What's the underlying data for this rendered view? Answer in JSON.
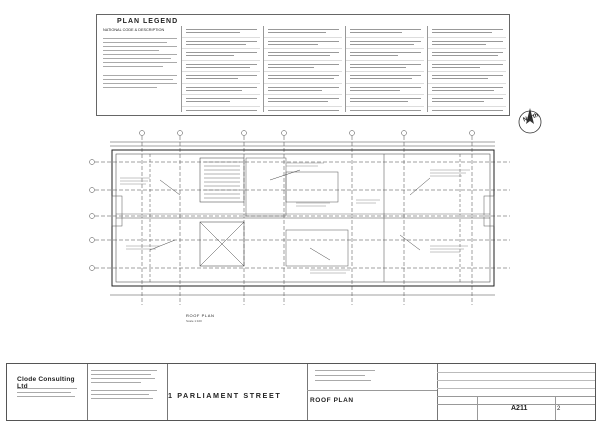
{
  "legend": {
    "title": "PLAN LEGEND",
    "subtitle": "NATIONAL CODE & DESCRIPTION"
  },
  "drawing": {
    "view_label": "ROOF PLAN",
    "view_scale": "Scale 1:100",
    "north_label": "North"
  },
  "title_block": {
    "company": "Clode Consulting Ltd",
    "project": "1 PARLIAMENT STREET",
    "drawing_title": "ROOF PLAN",
    "sheet_number": "A211",
    "revision": "2"
  }
}
